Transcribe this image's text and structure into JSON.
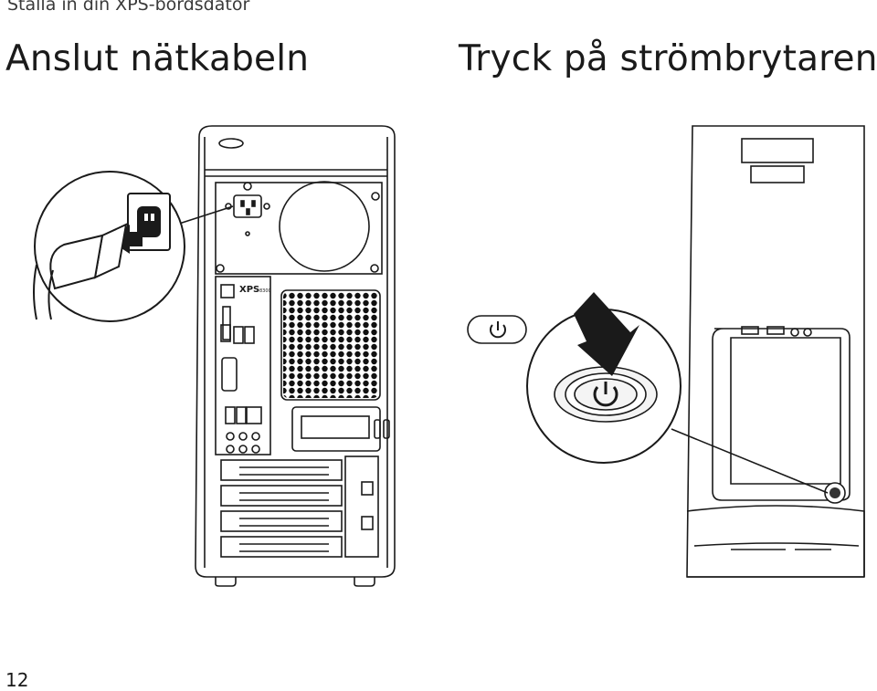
{
  "header": {
    "chapter_title": "Ställa in din XPS-bordsdator"
  },
  "steps": [
    {
      "heading": "Anslut nätkabeln"
    },
    {
      "heading": "Tryck på strömbrytaren"
    }
  ],
  "illustration": {
    "computer_badge": "XPS",
    "computer_model": "8300"
  },
  "footer": {
    "page_number": "12"
  }
}
